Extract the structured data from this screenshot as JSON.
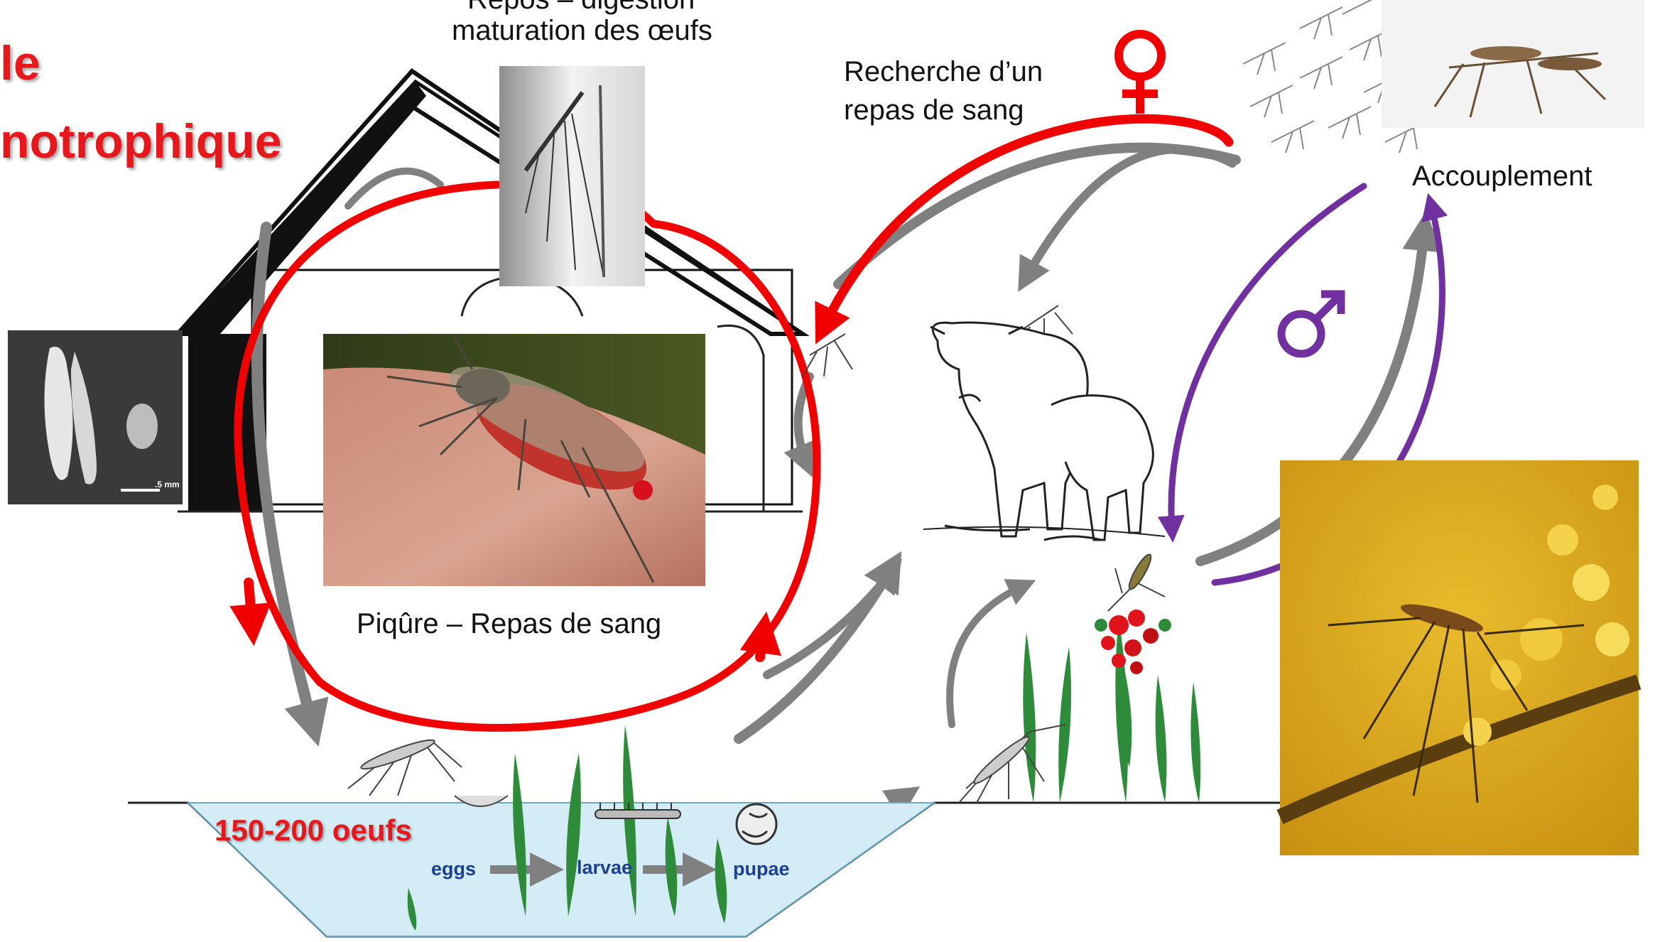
{
  "title": {
    "line1": "le",
    "line2": "notrophique"
  },
  "labels": {
    "rest_line1": "Repos – digestion",
    "rest_line2": "maturation des œufs",
    "search_line1": "Recherche d’un",
    "search_line2": "repas de sang",
    "mating": "Accouplement",
    "bite": "Piqûre – Repas de sang",
    "egg_count": "150-200 oeufs",
    "eggs": "eggs",
    "larvae": "larvae",
    "pupae": "pupae",
    "scale": ".5 mm"
  },
  "colors": {
    "female_cycle": "#f00000",
    "male_cycle": "#7030a0",
    "arrows": "#808080",
    "title": "#e8171b",
    "water": "#d4ecf6",
    "stage_labels": "#1c3f94",
    "grass": "#2e8b3a"
  },
  "icons": [
    "female-symbol-icon",
    "male-symbol-icon"
  ]
}
